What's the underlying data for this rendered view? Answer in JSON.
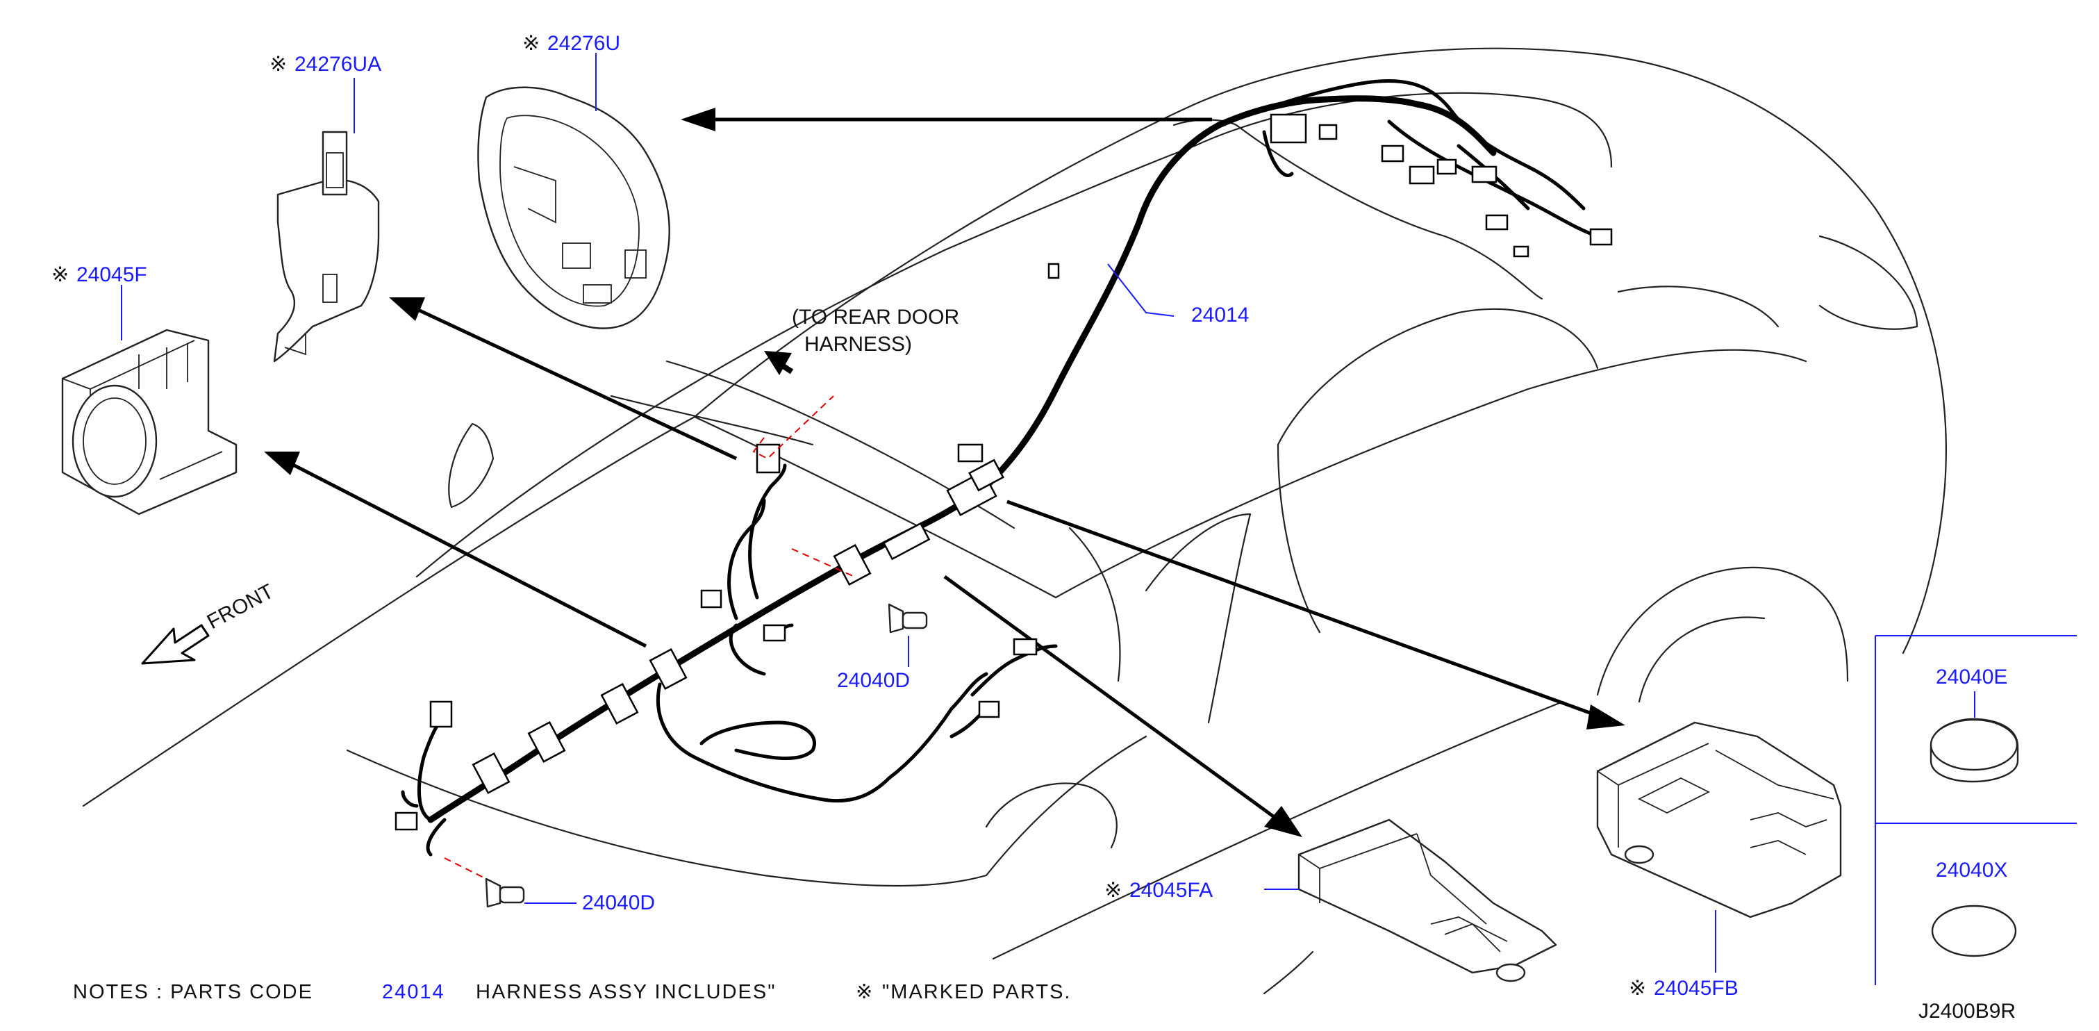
{
  "labels": {
    "p24276UA": "24276UA",
    "p24276U": "24276U",
    "p24045F": "24045F",
    "p24014": "24014",
    "rear_door_line1": "(TO  REAR  DOOR",
    "rear_door_line2": "HARNESS)",
    "front": "FRONT",
    "p24040D_upper": "24040D",
    "p24040D_lower": "24040D",
    "p24045FA": "24045FA",
    "p24045FB": "24045FB",
    "p24040E": "24040E",
    "p24040X": "24040X"
  },
  "marked_symbol": "※",
  "notes": {
    "prefix": "NOTES  :  PARTS  CODE",
    "code": "24014",
    "middle": "HARNESS  ASSY  INCLUDES\"",
    "suffix": "\"MARKED  PARTS."
  },
  "diagram_id": "J2400B9R",
  "colors": {
    "label_blue": "#1a1aff",
    "line_black": "#000000",
    "dash_red": "#e00000"
  }
}
